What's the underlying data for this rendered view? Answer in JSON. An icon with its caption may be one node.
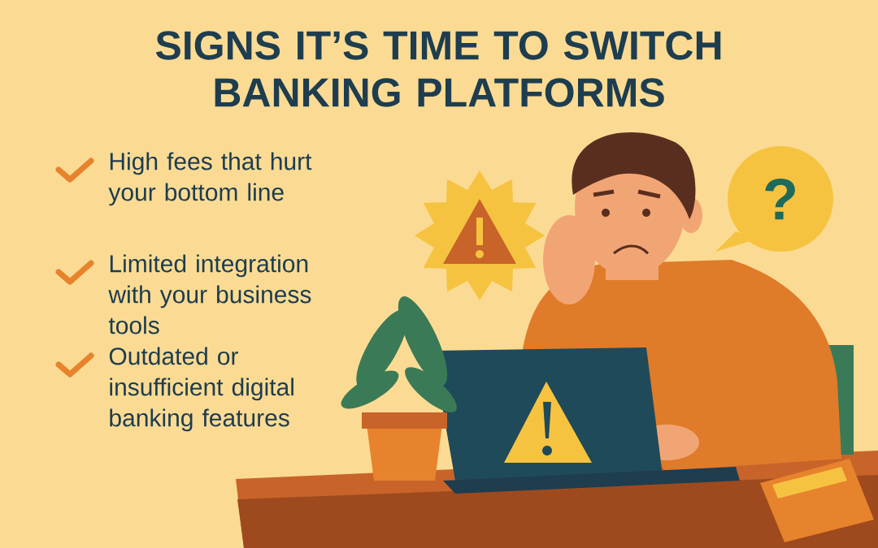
{
  "diagram": {
    "title": "SIGNS IT’S TIME TO SWITCH BANKING PLATFORMS",
    "nodes": [
      {
        "text": [
          "?"
        ]
      }
    ],
    "labels": [
      "High fees that hurt your bottom line",
      "Limited integration with your business tools",
      "Outdated or insufficient digital banking features"
    ]
  }
}
